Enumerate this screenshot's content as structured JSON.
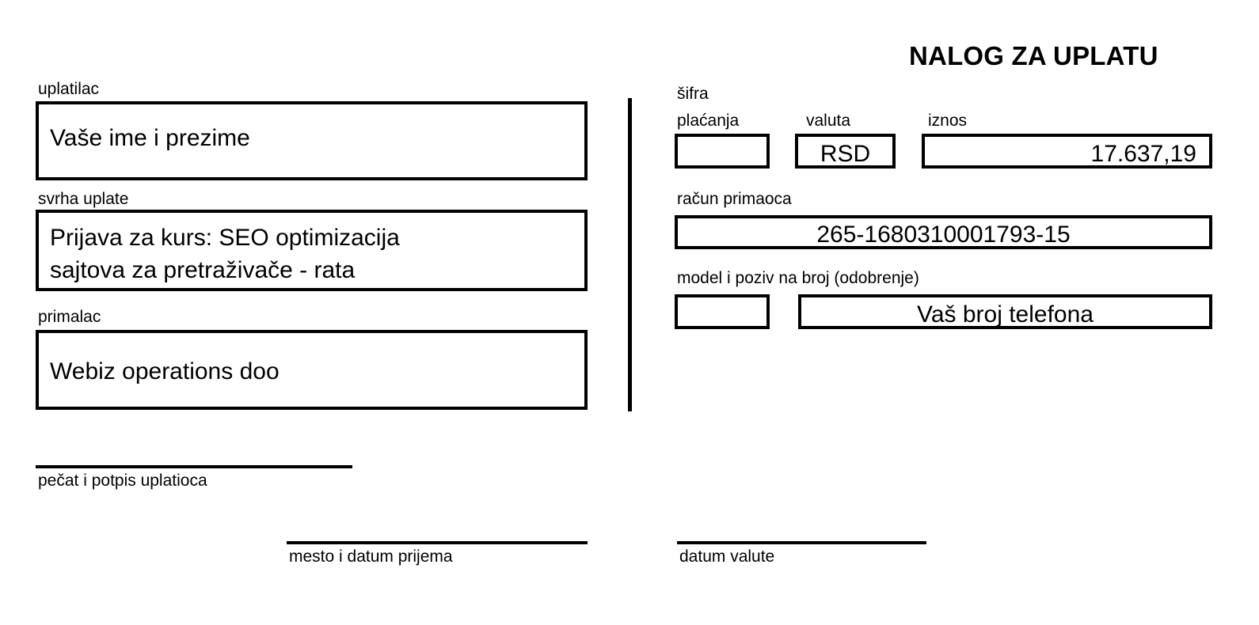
{
  "document": {
    "title": "NALOG ZA UPLATU"
  },
  "payer_section": {
    "payer_label": "uplatilac",
    "payer_value": "Vaše ime i prezime",
    "purpose_label": "svrha uplate",
    "purpose_value": "Prijava za kurs: SEO optimizacija\nsajtova za pretraživače - rata",
    "recipient_label": "primalac",
    "recipient_value": "Webiz operations doo"
  },
  "payment_section": {
    "payment_code_label_line1": "šifra",
    "payment_code_label_line2": "plaćanja",
    "payment_code_value": "",
    "currency_label": "valuta",
    "currency_value": "RSD",
    "amount_label": "iznos",
    "amount_value": "17.637,19",
    "account_label": "račun primaoca",
    "account_value": "265-1680310001793-15",
    "reference_label": "model i poziv na broj (odobrenje)",
    "model_value": "",
    "reference_value": "Vaš broj telefona"
  },
  "footer": {
    "stamp_signature_label": "pečat i potpis uplatioca",
    "place_date_label": "mesto i datum prijema",
    "value_date_label": "datum valute"
  },
  "colors": {
    "ink": "#000000",
    "paper": "#ffffff"
  }
}
